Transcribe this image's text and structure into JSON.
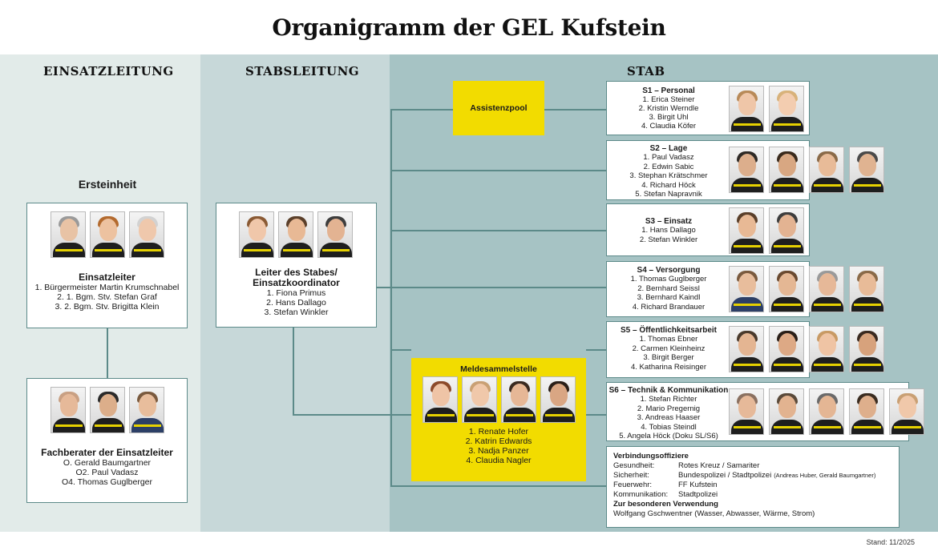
{
  "title": "Organigramm der GEL Kufstein",
  "columns": [
    "EINSATZLEITUNG",
    "STABSLEITUNG",
    "STAB"
  ],
  "ersteinheit": {
    "label": "Ersteinheit",
    "einsatzleiter": {
      "title": "Einsatzleiter",
      "members": [
        "1. Bürgermeister Martin Krumschnabel",
        "2. 1. Bgm. Stv. Stefan Graf",
        "3. 2. Bgm. Stv. Brigitta Klein"
      ]
    },
    "fachberater": {
      "title": "Fachberater der Einsatzleiter",
      "members": [
        "O. Gerald Baumgartner",
        "O2. Paul Vadasz",
        "O4. Thomas Guglberger"
      ]
    }
  },
  "stabsleitung": {
    "title": "Leiter des Stabes/ Einsatzkoordinator",
    "members": [
      "1. Fiona Primus",
      "2. Hans Dallago",
      "3. Stefan Winkler"
    ]
  },
  "assistenzpool": "Assistenzpool",
  "meldesammelstelle": {
    "title": "Meldesammelstelle",
    "members": [
      "1. Renate Hofer",
      "2. Katrin Edwards",
      "3. Nadja Panzer",
      "4. Claudia Nagler"
    ]
  },
  "stab": [
    {
      "title": "S1 – Personal",
      "members": [
        "1. Erica Steiner",
        "2. Kristin Werndle",
        "3. Birgit Uhl",
        "4. Claudia Köfer"
      ]
    },
    {
      "title": "S2 – Lage",
      "members": [
        "1. Paul Vadasz",
        "2. Edwin Sabic",
        "3. Stephan Krätschmer",
        "4. Richard Höck",
        "5. Stefan Napravnik"
      ]
    },
    {
      "title": "S3 – Einsatz",
      "members": [
        "1. Hans Dallago",
        "2. Stefan Winkler"
      ]
    },
    {
      "title": "S4 – Versorgung",
      "members": [
        "1. Thomas Guglberger",
        "2. Bernhard Seissl",
        "3. Bernhard Kaindl",
        "4. Richard Brandauer"
      ]
    },
    {
      "title": "S5 – Öffentlichkeitsarbeit",
      "members": [
        "1. Thomas Ebner",
        "2. Carmen Kleinheinz",
        "3. Birgit Berger",
        "4. Katharina Reisinger"
      ]
    },
    {
      "title": "S6 – Technik & Kommunikation",
      "members": [
        "1. Stefan Richter",
        "2. Mario Pregernig",
        "3. Andreas Haaser",
        "4. Tobias Steindl",
        "5. Angela Höck (Doku SL/S6)"
      ]
    }
  ],
  "verbindungsoffiziere": {
    "title": "Verbindungsoffiziere",
    "rows": [
      {
        "key": "Gesundheit:",
        "value": "Rotes Kreuz / Samariter",
        "note": ""
      },
      {
        "key": "Sicherheit:",
        "value": "Bundespolizei / Stadtpolizei",
        "note": "(Andreas Huber, Gerald Baumgartner)"
      },
      {
        "key": "Feuerwehr:",
        "value": "FF Kufstein",
        "note": ""
      },
      {
        "key": "Kommunikation:",
        "value": "Stadtpolizei",
        "note": ""
      }
    ],
    "special_title": "Zur besonderen Verwendung",
    "special_text": "Wolfgang Gschwentner (Wasser, Abwasser, Wärme, Strom)"
  },
  "stand": "Stand: 11/2025"
}
